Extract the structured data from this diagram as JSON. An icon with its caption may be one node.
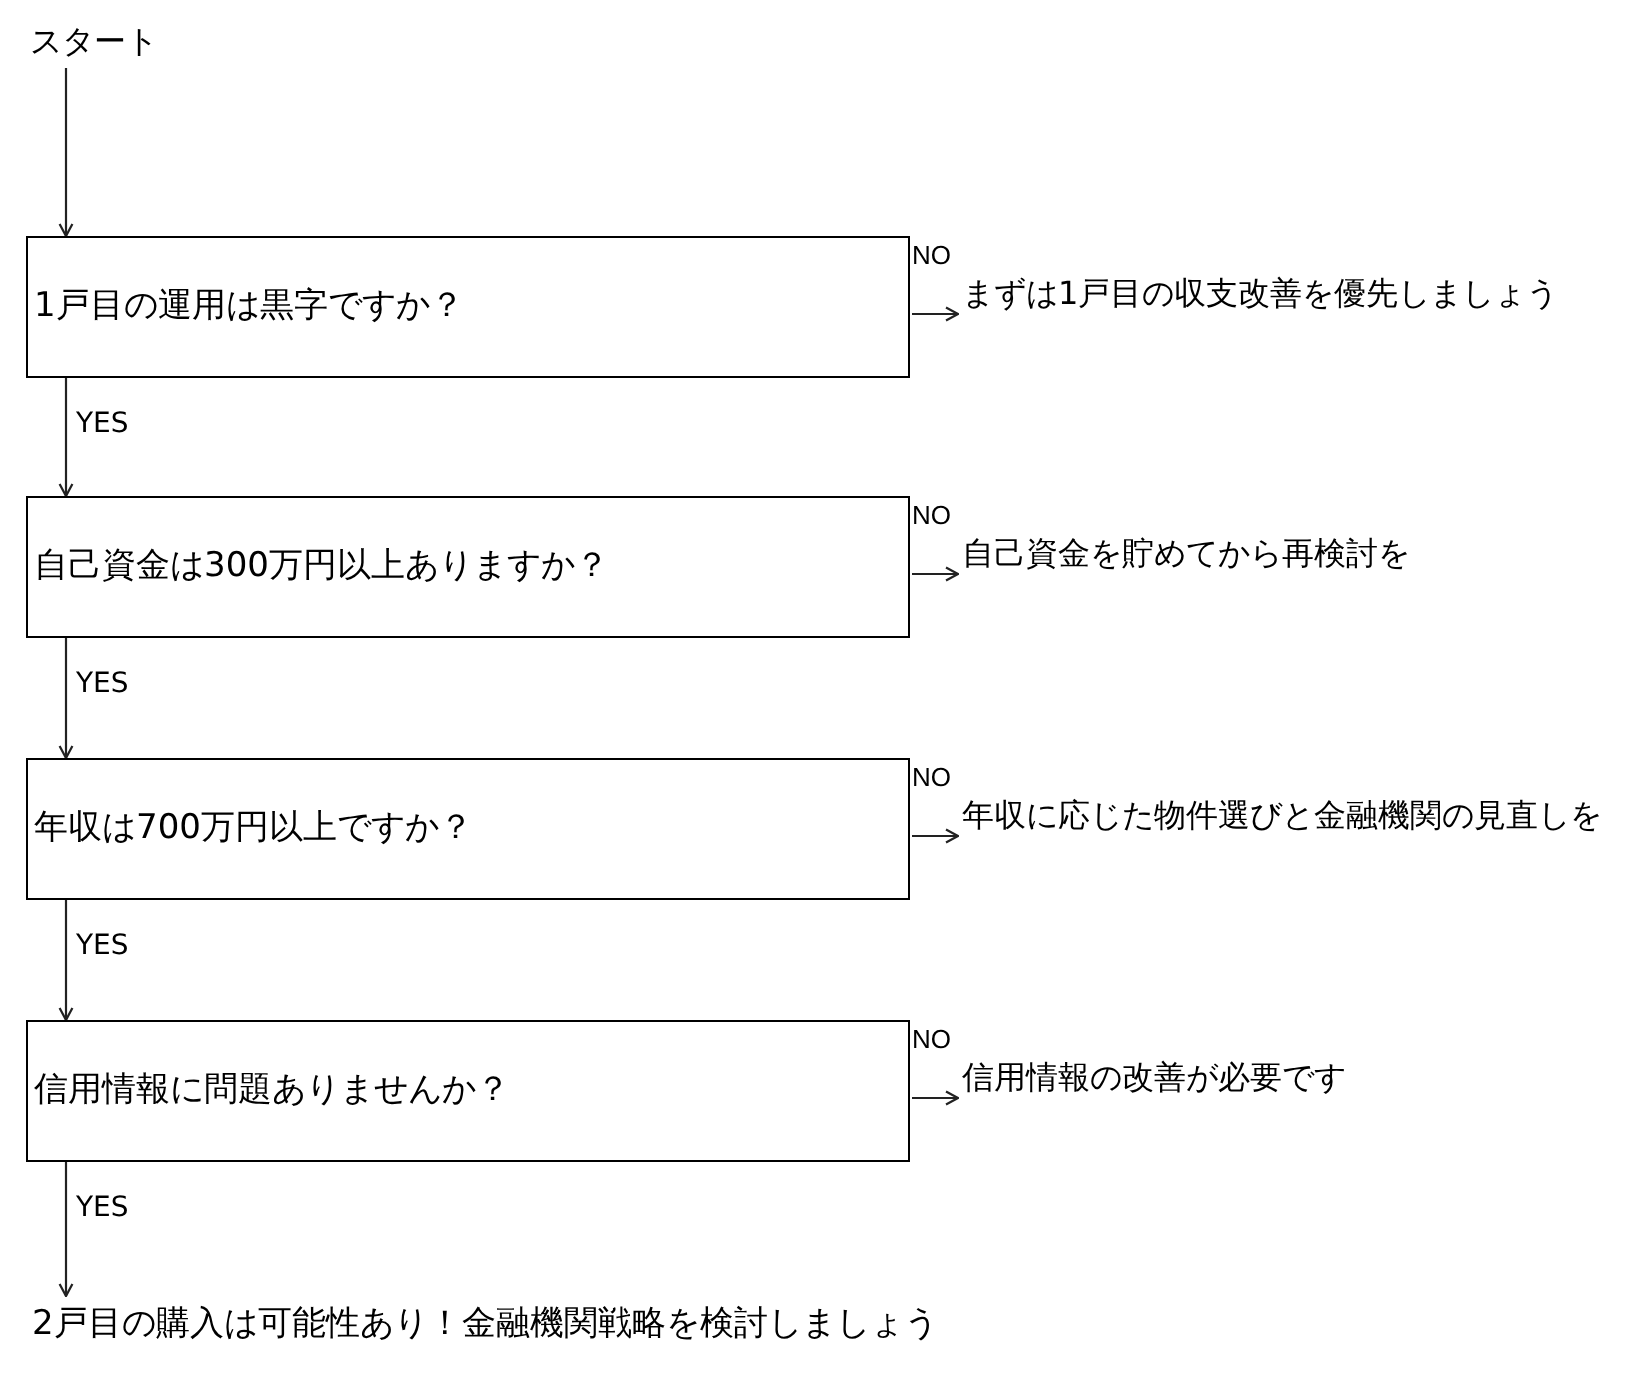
{
  "diagram": {
    "nodes": [
      {
        "text": [
          "スタート"
        ]
      },
      {
        "text": [
          "1戸目の運用は黒字ですか？"
        ]
      },
      {
        "text": [
          "まずは1戸目の収支改善を優先しましょう"
        ]
      },
      {
        "text": [
          "自己資金は300万円以上ありますか？"
        ]
      },
      {
        "text": [
          "自己資金を貯めてから再検討を"
        ]
      },
      {
        "text": [
          "年収は700万円以上ですか？"
        ]
      },
      {
        "text": [
          "年収に応じた物件選びと金融機関の見直しを"
        ]
      },
      {
        "text": [
          "信用情報に問題ありませんか？"
        ]
      },
      {
        "text": [
          "信用情報の改善が必要です"
        ]
      },
      {
        "text": [
          "2戸目の購入は可能性あり！金融機関戦略を検討しましょう"
        ]
      }
    ],
    "edges": [
      {
        "from": 0,
        "to": 1,
        "arrow": "to"
      },
      {
        "from": 1,
        "to": 2,
        "label": "NO",
        "arrow": "to"
      },
      {
        "from": 1,
        "to": 3,
        "label": "YES",
        "arrow": "to"
      },
      {
        "from": 3,
        "to": 4,
        "label": "NO",
        "arrow": "to"
      },
      {
        "from": 3,
        "to": 5,
        "label": "YES",
        "arrow": "to"
      },
      {
        "from": 5,
        "to": 6,
        "label": "NO",
        "arrow": "to"
      },
      {
        "from": 5,
        "to": 7,
        "label": "YES",
        "arrow": "to"
      },
      {
        "from": 7,
        "to": 8,
        "label": "NO",
        "arrow": "to"
      },
      {
        "from": 7,
        "to": 9,
        "label": "YES",
        "arrow": "to"
      }
    ]
  }
}
